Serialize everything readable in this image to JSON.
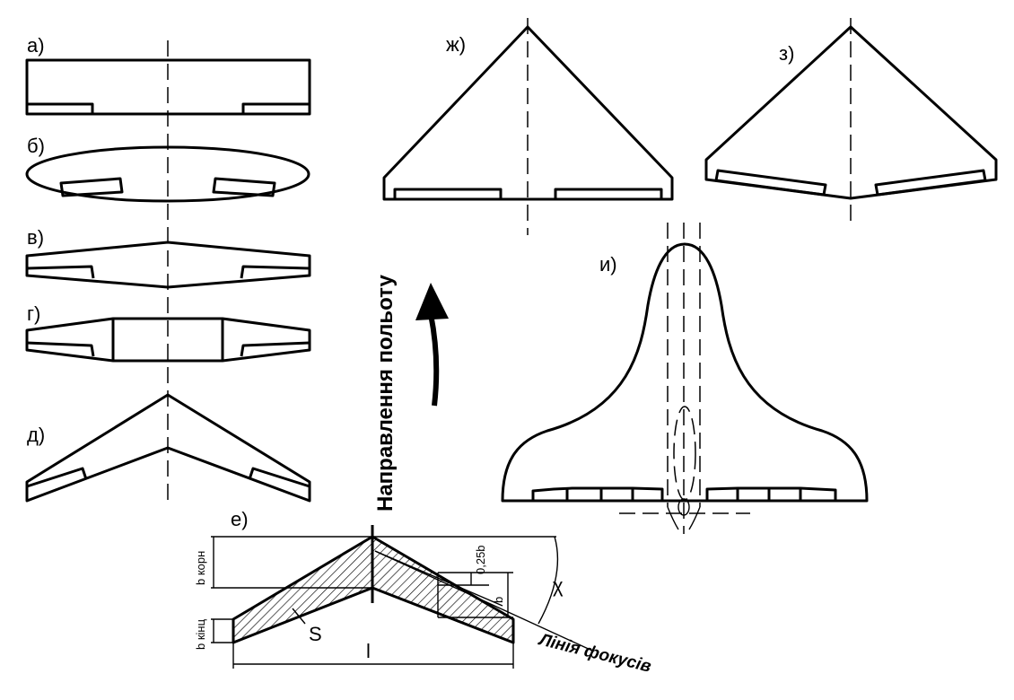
{
  "labels": {
    "a": "а)",
    "b": "б)",
    "v": "в)",
    "g": "г)",
    "d": "д)",
    "e": "е)",
    "zh": "ж)",
    "z": "з)",
    "i": "и)"
  },
  "flight_direction": "Направлення польоту",
  "focus_line": "Лінія фокусів",
  "dimensions": {
    "b_root": "b корн",
    "b_tip": "b кінц",
    "quarter_chord": "0,25b",
    "chord": "b",
    "span": "l",
    "area": "S",
    "sweep": "χ"
  },
  "colors": {
    "ink": "#000000",
    "background": "#ffffff"
  }
}
